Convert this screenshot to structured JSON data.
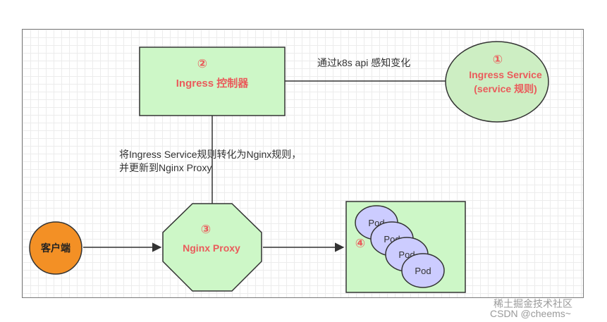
{
  "nodes": {
    "ingress_controller": {
      "marker": "②",
      "label": "Ingress 控制器"
    },
    "ingress_service": {
      "marker": "①",
      "line1": "Ingress Service",
      "line2": "(service 规则)"
    },
    "nginx_proxy": {
      "marker": "③",
      "label": "Nginx Proxy"
    },
    "client": {
      "label": "客户端"
    },
    "pods": {
      "marker": "④",
      "pod_label": "Pod"
    }
  },
  "edges": {
    "controller_service": "通过k8s api 感知变化",
    "controller_proxy_line1": "将Ingress Service规则转化为Nginx规则，",
    "controller_proxy_line2": "并更新到Nginx Proxy"
  },
  "watermark": {
    "line1": "稀土掘金技术社区",
    "line2": "CSDN @cheems~"
  },
  "colors": {
    "box_fill": "#cdf7c7",
    "ellipse_fill": "#cdeec3",
    "client_fill": "#f39025",
    "pod_fill": "#ccccff",
    "label_red": "#ea5b5b"
  }
}
